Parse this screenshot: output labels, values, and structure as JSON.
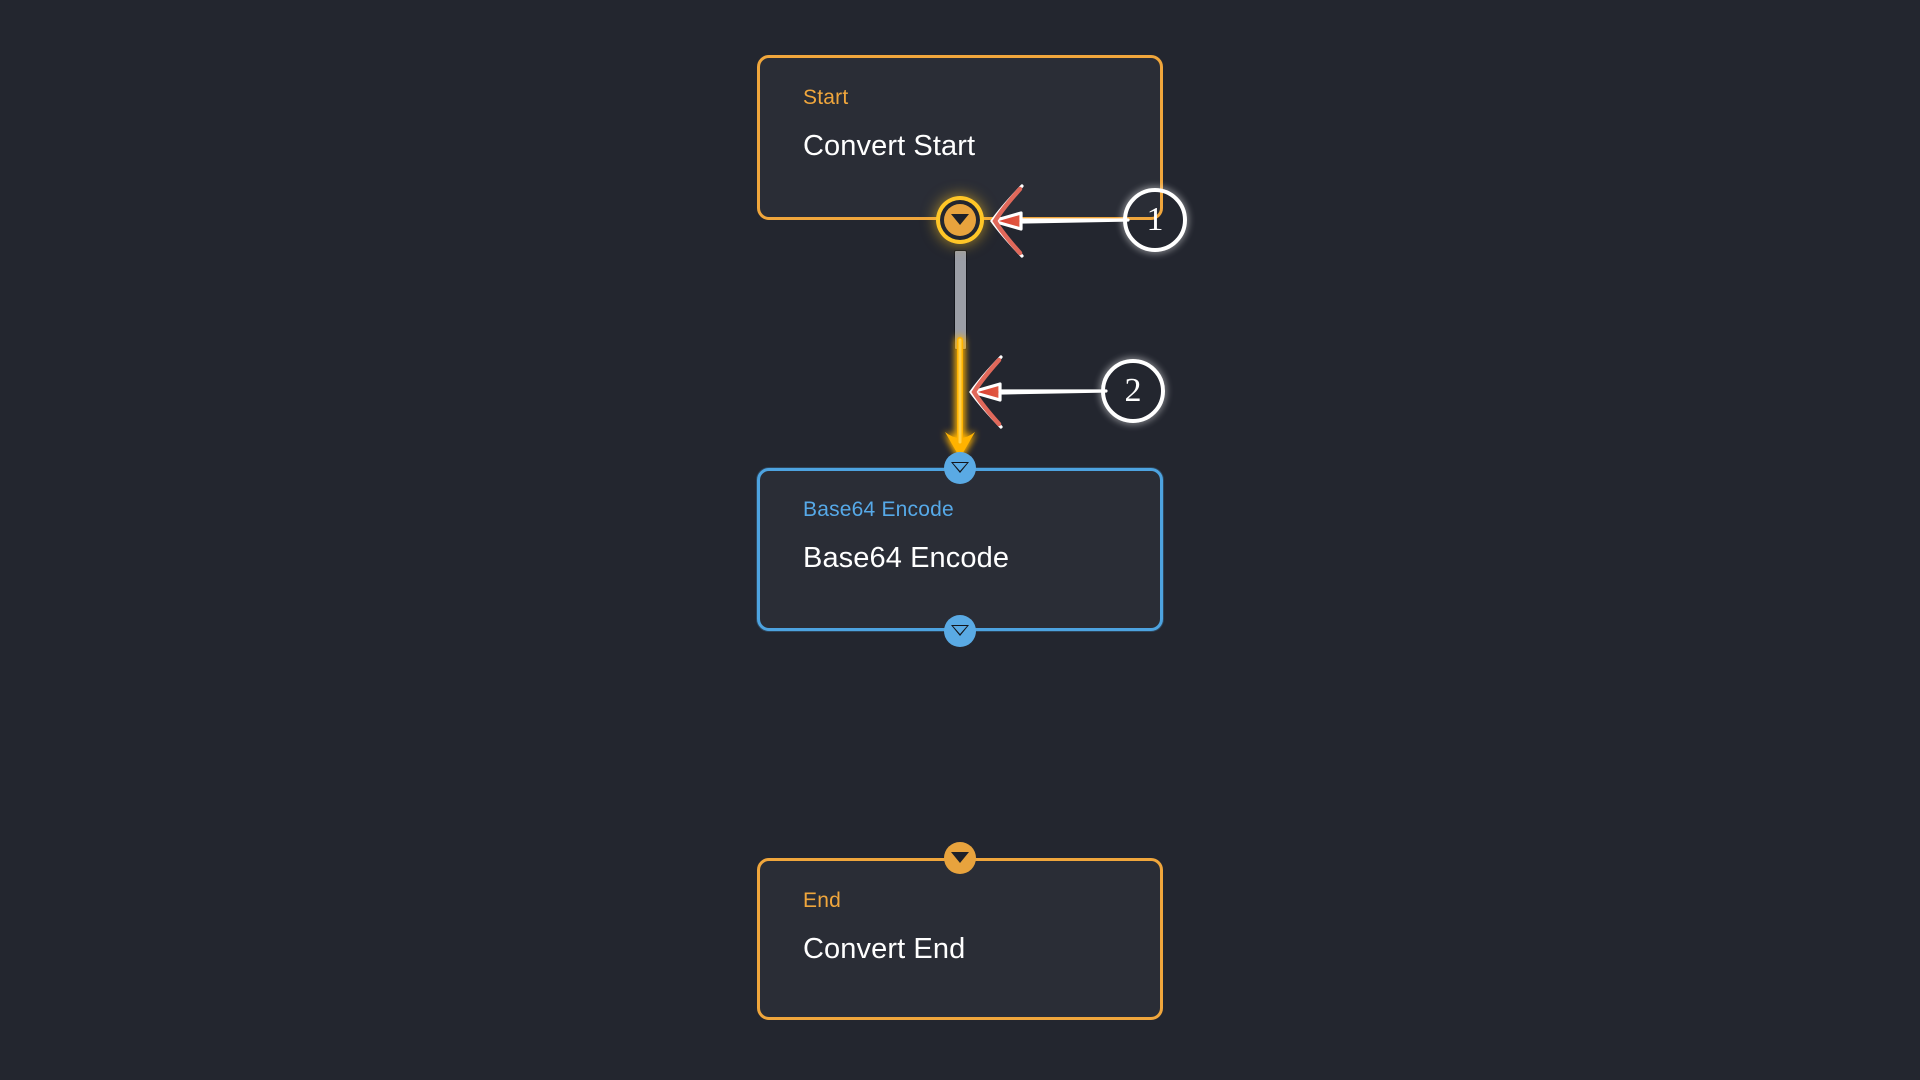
{
  "canvas": {
    "background_color": "#23262f",
    "type": "workflow-node-graph-editor"
  },
  "nodes": [
    {
      "id": "start",
      "subtitle": "Start",
      "title": "Convert Start",
      "border_color": "#f0a63c",
      "subtitle_color": "#f0a63c",
      "title_color": "#ffffff",
      "ports": [
        {
          "name": "output",
          "position": "bottom",
          "color": "#e8a33d",
          "selected": true,
          "glow_color": "#ffc627"
        }
      ]
    },
    {
      "id": "base64-encode",
      "subtitle": "Base64 Encode",
      "title": "Base64 Encode",
      "border_color": "#4da3e0",
      "subtitle_color": "#56a9e8",
      "title_color": "#ffffff",
      "ports": [
        {
          "name": "input",
          "position": "top",
          "color": "#5aaae4",
          "selected": false
        },
        {
          "name": "output",
          "position": "bottom",
          "color": "#5aaae4",
          "selected": false
        }
      ]
    },
    {
      "id": "end",
      "subtitle": "End",
      "title": "Convert End",
      "border_color": "#f0a63c",
      "subtitle_color": "#f0a63c",
      "title_color": "#ffffff",
      "ports": [
        {
          "name": "input",
          "position": "top",
          "color": "#e8a33d",
          "selected": false
        }
      ]
    }
  ],
  "edges": [
    {
      "id": "start-to-base64",
      "from": "start.output",
      "to": "base64-encode.input",
      "segment_color": "#9b9ea6",
      "highlight_color": "#ffb300",
      "arrowhead": "down"
    }
  ],
  "annotations": [
    {
      "number": "1",
      "target": "start.output port",
      "arrow_color_tip": "#d93a30",
      "arrow_color_tail": "#f0b070",
      "outline_color": "#ffffff"
    },
    {
      "number": "2",
      "target": "start-to-base64 edge",
      "arrow_color_tip": "#d93a30",
      "arrow_color_tail": "#f0b070",
      "outline_color": "#ffffff"
    }
  ]
}
